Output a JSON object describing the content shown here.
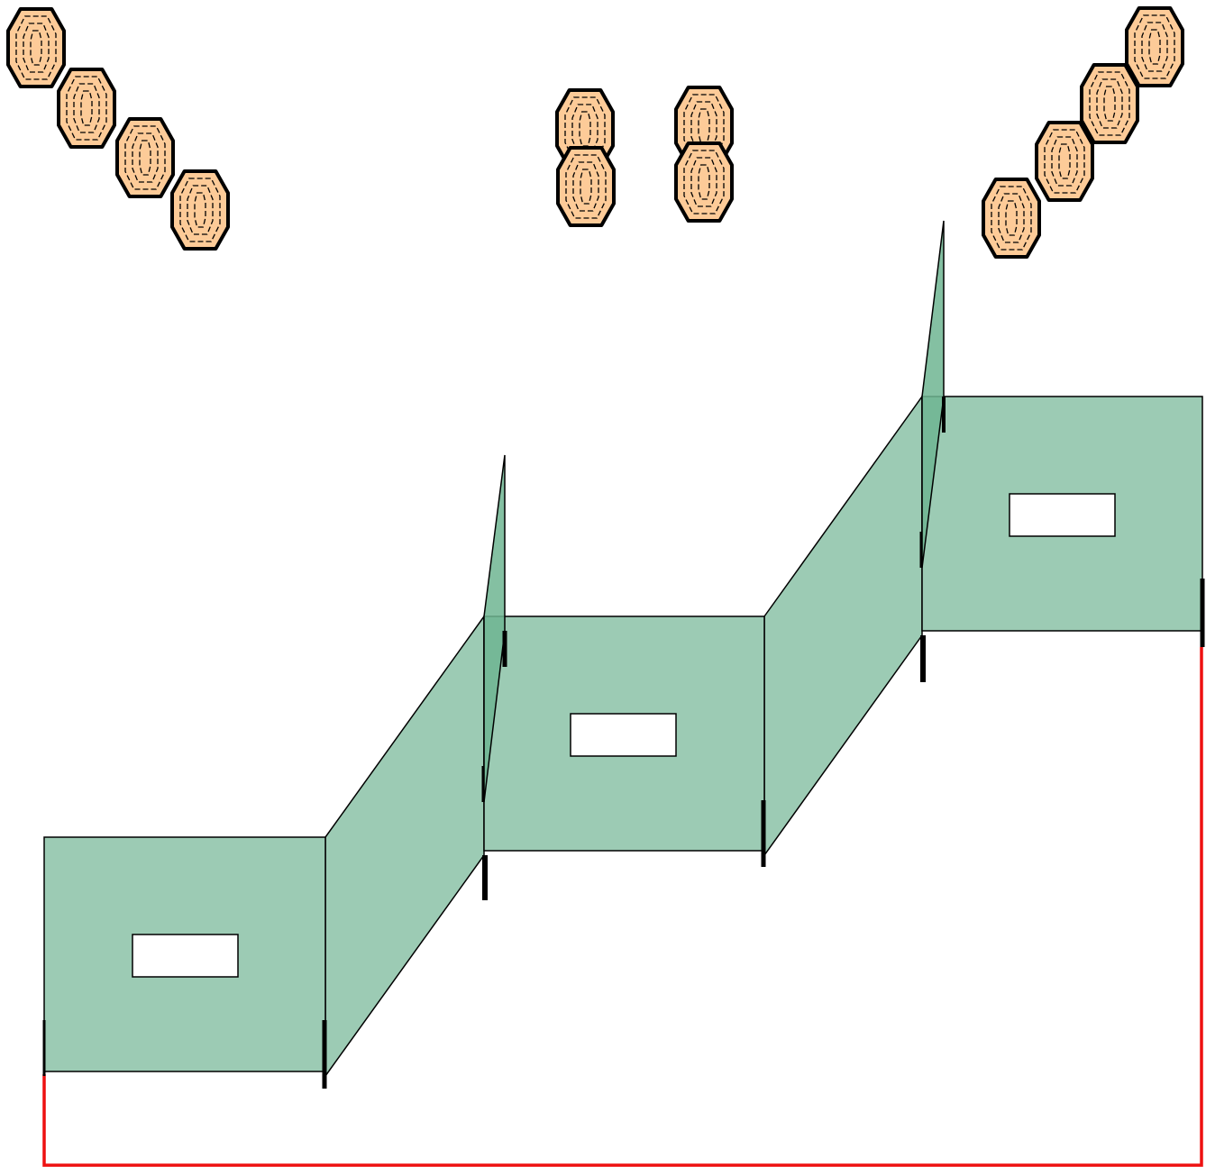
{
  "colors": {
    "background": "#ffffff",
    "panel_fill": "#9ccbb4",
    "panel_stroke": "#000000",
    "fin_fill": "#6fb592",
    "window_fill": "#ffffff",
    "post": "#000000",
    "ground_line": "#ee1111",
    "target_fill": "#fdcb98",
    "target_stroke": "#000000"
  },
  "diagram": {
    "barrier_panels": [
      {
        "id": "panel-left",
        "window": true
      },
      {
        "id": "panel-connector-1",
        "window": false
      },
      {
        "id": "panel-middle",
        "window": true
      },
      {
        "id": "panel-connector-2",
        "window": false
      },
      {
        "id": "panel-right",
        "window": true
      }
    ],
    "target_groups": [
      {
        "id": "target-group-left",
        "count": 4,
        "icon": "shield-target-icon"
      },
      {
        "id": "target-group-center",
        "count": 4,
        "icon": "shield-target-icon"
      },
      {
        "id": "target-group-right",
        "count": 4,
        "icon": "shield-target-icon"
      }
    ],
    "ground_boundary": {
      "icon": "red-boundary-line"
    }
  }
}
